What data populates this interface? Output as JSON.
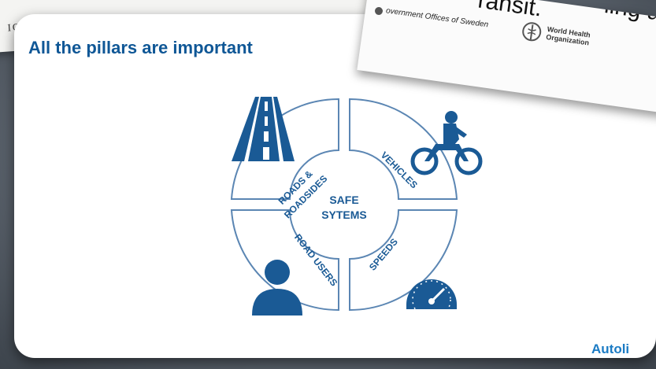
{
  "background_paper_left": {
    "text": "ICES AND IN"
  },
  "background_paper_right": {
    "text_large_1": "ransit.",
    "text_large_2": "ling and",
    "government_text": "overnment Offices of Sweden",
    "who_name_line1": "World Health",
    "who_name_line2": "Organization"
  },
  "slide": {
    "title": "All the pillars are important",
    "center_line1": "SAFE",
    "center_line2": "SYTEMS",
    "pillars": {
      "top_left_line1": "ROADS &",
      "top_left_line2": "ROADSIDES",
      "top_right": "VEHICLES",
      "bottom_left": "ROAD USERS",
      "bottom_right": "SPEEDS"
    },
    "brand": "Autoli"
  },
  "colors": {
    "title_blue": "#0f5796",
    "icon_blue": "#1a5a95",
    "ring_blue": "#5b86b3",
    "brand_blue": "#1b7bc4"
  },
  "icons": [
    "road-icon",
    "motorcycle-icon",
    "person-icon",
    "speedometer-icon",
    "who-emblem-icon"
  ]
}
